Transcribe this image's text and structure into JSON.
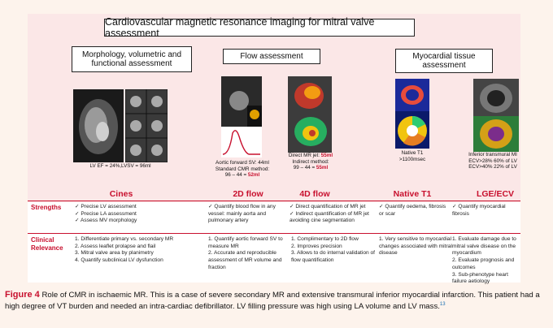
{
  "title": "Cardiovascular magnetic resonance imaging for mitral valve assessment",
  "headers": {
    "morphology": "Morphology, volumetric and functional assessment",
    "flow": "Flow assessment",
    "tissue": "Myocardial tissue assessment"
  },
  "captions": {
    "cine": "LV EF = 24%,LVSV = 96ml",
    "flow2d": [
      "Aortic forward SV: 44ml",
      "Standard CMR method:",
      "96 – 44 = ",
      "52ml"
    ],
    "flow4d": [
      "Direct MR jet: ",
      "55ml",
      "Indirect method:",
      "99 – 44 = ",
      "55ml"
    ],
    "t1": [
      "Native T1",
      ">1100msec"
    ],
    "lge": [
      "Inferior transmural MI",
      "ECV>28% 60% of LV",
      "ECV>40% 22% of LV"
    ]
  },
  "columns": [
    "Cines",
    "2D flow",
    "4D flow",
    "Native T1",
    "LGE/ECV"
  ],
  "rows": {
    "strengths_label": "Strengths",
    "clinical_label": "Clinical Relevance",
    "strengths": {
      "cines": [
        "Precise LV assessment",
        "Precise LA assessment",
        "Assess MV morphology"
      ],
      "flow2d": [
        "Quantify blood flow in any vessel: mainly aorta and pulmonary artery"
      ],
      "flow4d": [
        "Direct quantification of MR jet",
        "Indirect quantification of MR jet avoiding cine segmentation"
      ],
      "t1": [
        "Quantify oedema, fibrosis or scar"
      ],
      "lge": [
        "Quantify myocardial fibrosis"
      ]
    },
    "clinical": {
      "cines": [
        "Differentiate primary vs. secondary MR",
        "Assess leaflet prolapse and flail",
        "Mitral valve area by planimetry",
        "Quantify subclinical LV dysfunction"
      ],
      "flow2d": [
        "Quantify aortic forward SV to measure MR",
        "Accurate and reproducible assessment of MR volume and fraction"
      ],
      "flow4d": [
        "Complimentary to 2D flow",
        "Improves precision",
        "Allows to do internal validation of flow quantification"
      ],
      "t1": [
        "Very sensitive to myocardial changes associated with mitral disease"
      ],
      "lge": [
        "Evaluate damage due to mitral valve disease on the myocardium",
        "Evaluate prognosis and outcomes",
        "Sub-phenotype heart failure aetiology"
      ]
    }
  },
  "figure_caption": {
    "label": "Figure 4",
    "text": "Role of CMR in ischaemic MR. This is a case of severe secondary MR and extensive transmural inferior myocardial infarction. This patient had a high degree of VT burden and needed an intra-cardiac defibrillator. LV filling pressure was high using LA volume and LV mass.",
    "ref": "13"
  },
  "colors": {
    "accent": "#c8102e",
    "panel_top": "#fbe7e7",
    "page_bg": "#fdf3ec"
  }
}
